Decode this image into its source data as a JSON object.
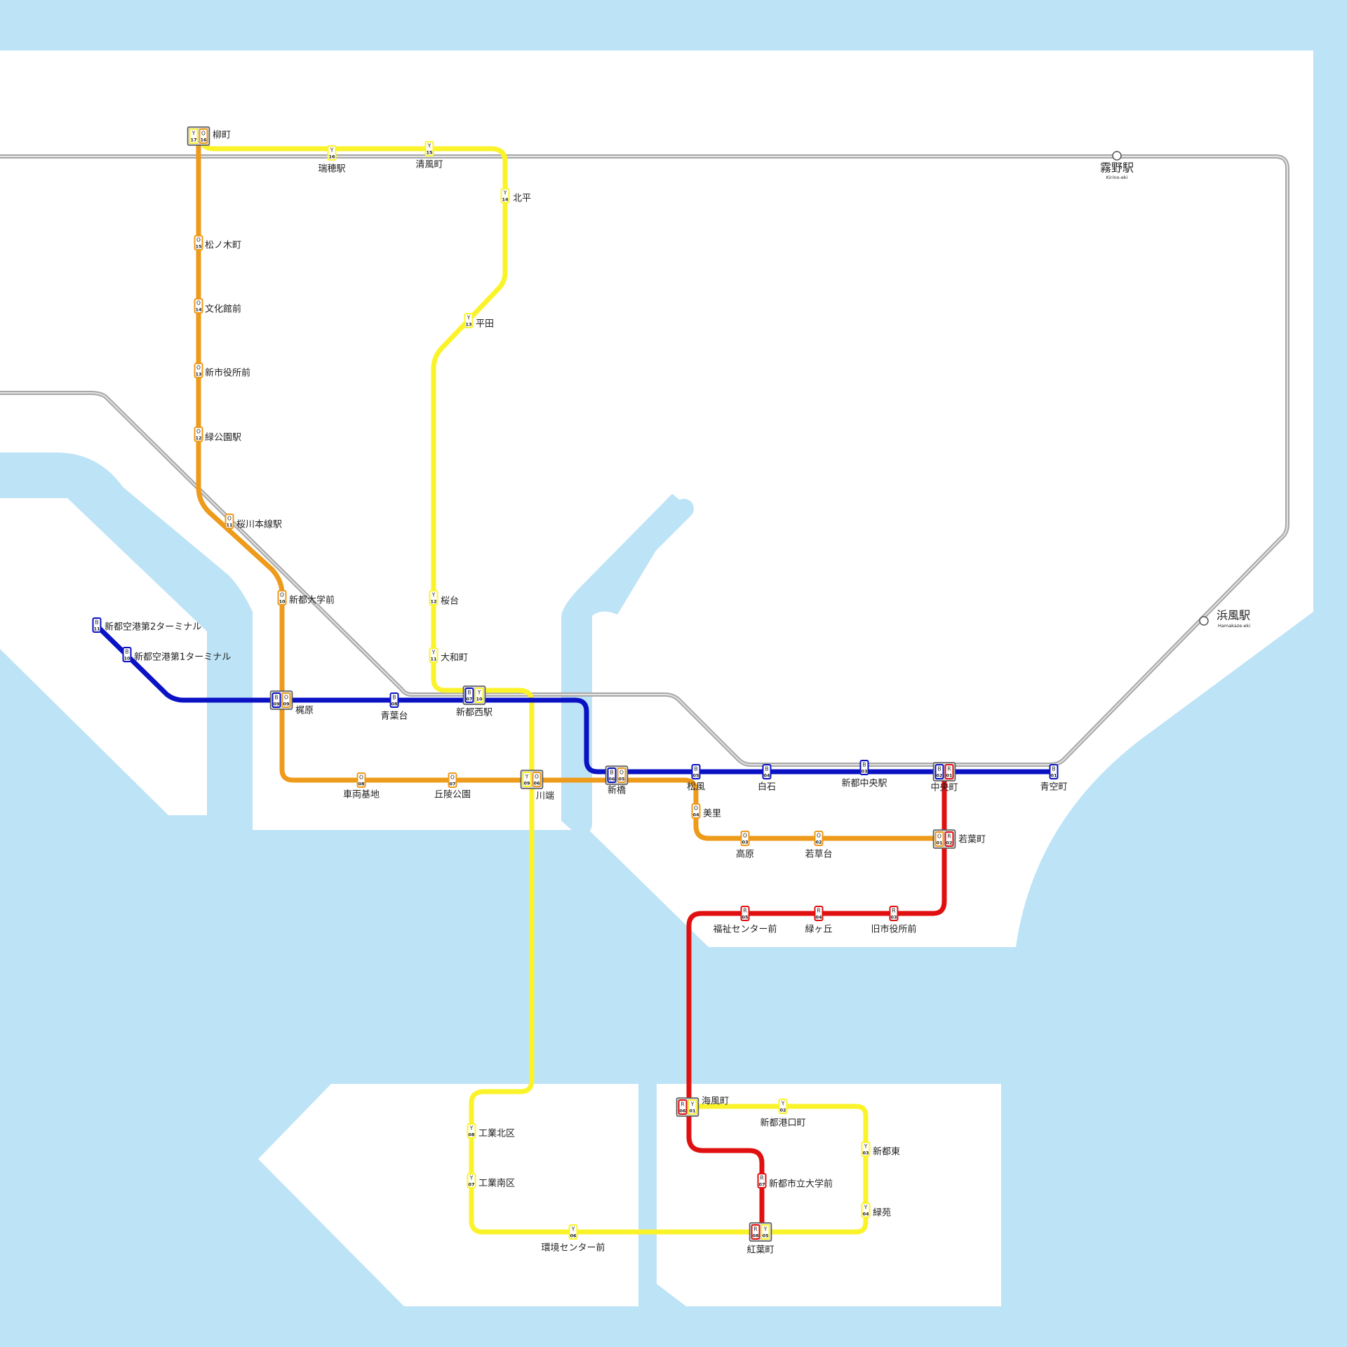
{
  "colors": {
    "water": "#bde3f7",
    "land": "#ffffff",
    "rail": "#b5b5b5",
    "O": "#ee9a1a",
    "Y": "#fbf32a",
    "B": "#0a12c4",
    "R": "#e01010"
  },
  "lines": {
    "O": {
      "code": "O"
    },
    "Y": {
      "code": "Y"
    },
    "B": {
      "code": "B"
    },
    "R": {
      "code": "R"
    }
  },
  "stations": [
    {
      "id": "yanagicho",
      "name": "柳町",
      "codes": [
        {
          "line": "Y",
          "num": "17"
        },
        {
          "line": "O",
          "num": "16"
        }
      ]
    },
    {
      "id": "mizuho",
      "name": "瑞穂駅",
      "codes": [
        {
          "line": "Y",
          "num": "16"
        }
      ]
    },
    {
      "id": "seifucho",
      "name": "清風町",
      "codes": [
        {
          "line": "Y",
          "num": "15"
        }
      ]
    },
    {
      "id": "kitahira",
      "name": "北平",
      "codes": [
        {
          "line": "Y",
          "num": "14"
        }
      ]
    },
    {
      "id": "hirata",
      "name": "平田",
      "codes": [
        {
          "line": "Y",
          "num": "13"
        }
      ]
    },
    {
      "id": "sakuradai",
      "name": "桜台",
      "codes": [
        {
          "line": "Y",
          "num": "12"
        }
      ]
    },
    {
      "id": "yamatocho",
      "name": "大和町",
      "codes": [
        {
          "line": "Y",
          "num": "11"
        }
      ]
    },
    {
      "id": "matsunoki",
      "name": "松ノ木町",
      "codes": [
        {
          "line": "O",
          "num": "15"
        }
      ]
    },
    {
      "id": "bunka",
      "name": "文化館前",
      "codes": [
        {
          "line": "O",
          "num": "14"
        }
      ]
    },
    {
      "id": "shiyakusho",
      "name": "新市役所前",
      "codes": [
        {
          "line": "O",
          "num": "13"
        }
      ]
    },
    {
      "id": "midorikoen",
      "name": "緑公園駅",
      "codes": [
        {
          "line": "O",
          "num": "12"
        }
      ]
    },
    {
      "id": "sakuragawa",
      "name": "桜川本線駅",
      "codes": [
        {
          "line": "O",
          "num": "11"
        }
      ]
    },
    {
      "id": "daigakumae",
      "name": "新都大学前",
      "codes": [
        {
          "line": "O",
          "num": "10"
        }
      ]
    },
    {
      "id": "terminal2",
      "name": "新都空港第2ターミナル",
      "codes": [
        {
          "line": "B",
          "num": "11"
        }
      ]
    },
    {
      "id": "terminal1",
      "name": "新都空港第1ターミナル",
      "codes": [
        {
          "line": "B",
          "num": "10"
        }
      ]
    },
    {
      "id": "kajiwara",
      "name": "梶原",
      "codes": [
        {
          "line": "B",
          "num": "09"
        },
        {
          "line": "O",
          "num": "09"
        }
      ]
    },
    {
      "id": "aobadai",
      "name": "青葉台",
      "codes": [
        {
          "line": "B",
          "num": "08"
        }
      ]
    },
    {
      "id": "shintonishi",
      "name": "新都西駅",
      "codes": [
        {
          "line": "B",
          "num": "07"
        },
        {
          "line": "Y",
          "num": "10"
        }
      ]
    },
    {
      "id": "shabako",
      "name": "車両基地",
      "codes": [
        {
          "line": "O",
          "num": "08"
        }
      ]
    },
    {
      "id": "kyuryo",
      "name": "丘陵公園",
      "codes": [
        {
          "line": "O",
          "num": "07"
        }
      ]
    },
    {
      "id": "kawabata",
      "name": "川端",
      "codes": [
        {
          "line": "Y",
          "num": "09"
        },
        {
          "line": "O",
          "num": "06"
        }
      ]
    },
    {
      "id": "shinbashi",
      "name": "新橋",
      "codes": [
        {
          "line": "B",
          "num": "06"
        },
        {
          "line": "O",
          "num": "05"
        }
      ]
    },
    {
      "id": "matsukaze",
      "name": "松風",
      "codes": [
        {
          "line": "B",
          "num": "05"
        }
      ]
    },
    {
      "id": "shiraishi",
      "name": "白石",
      "codes": [
        {
          "line": "B",
          "num": "04"
        }
      ]
    },
    {
      "id": "shintochuo",
      "name": "新都中央駅",
      "codes": [
        {
          "line": "B",
          "num": "03"
        }
      ]
    },
    {
      "id": "chuocho",
      "name": "中央町",
      "codes": [
        {
          "line": "B",
          "num": "02"
        },
        {
          "line": "R",
          "num": "01"
        }
      ]
    },
    {
      "id": "aozora",
      "name": "青空町",
      "codes": [
        {
          "line": "B",
          "num": "01"
        }
      ]
    },
    {
      "id": "misato",
      "name": "美里",
      "codes": [
        {
          "line": "O",
          "num": "04"
        }
      ]
    },
    {
      "id": "takahara",
      "name": "高原",
      "codes": [
        {
          "line": "O",
          "num": "03"
        }
      ]
    },
    {
      "id": "wakakusa",
      "name": "若草台",
      "codes": [
        {
          "line": "O",
          "num": "02"
        }
      ]
    },
    {
      "id": "wakaba",
      "name": "若葉町",
      "codes": [
        {
          "line": "O",
          "num": "01"
        },
        {
          "line": "R",
          "num": "02"
        }
      ]
    },
    {
      "id": "fukushi",
      "name": "福祉センター前",
      "codes": [
        {
          "line": "R",
          "num": "05"
        }
      ]
    },
    {
      "id": "midorigaoka",
      "name": "緑ヶ丘",
      "codes": [
        {
          "line": "R",
          "num": "04"
        }
      ]
    },
    {
      "id": "kyushiyakusho",
      "name": "旧市役所前",
      "codes": [
        {
          "line": "R",
          "num": "03"
        }
      ]
    },
    {
      "id": "kaifucho",
      "name": "海風町",
      "codes": [
        {
          "line": "R",
          "num": "06"
        },
        {
          "line": "Y",
          "num": "01"
        }
      ]
    },
    {
      "id": "kowan",
      "name": "新都港口町",
      "codes": [
        {
          "line": "Y",
          "num": "02"
        }
      ]
    },
    {
      "id": "shintohigashi",
      "name": "新都東",
      "codes": [
        {
          "line": "Y",
          "num": "03"
        }
      ]
    },
    {
      "id": "ryokuen",
      "name": "緑苑",
      "codes": [
        {
          "line": "Y",
          "num": "04"
        }
      ]
    },
    {
      "id": "shidai",
      "name": "新都市立大学前",
      "codes": [
        {
          "line": "R",
          "num": "07"
        }
      ]
    },
    {
      "id": "koyo",
      "name": "紅葉町",
      "codes": [
        {
          "line": "R",
          "num": "08"
        },
        {
          "line": "Y",
          "num": "05"
        }
      ]
    },
    {
      "id": "kankyo",
      "name": "環境センター前",
      "codes": [
        {
          "line": "Y",
          "num": "06"
        }
      ]
    },
    {
      "id": "kogyominami",
      "name": "工業南区",
      "codes": [
        {
          "line": "Y",
          "num": "07"
        }
      ]
    },
    {
      "id": "kogyokita",
      "name": "工業北区",
      "codes": [
        {
          "line": "Y",
          "num": "08"
        }
      ]
    }
  ],
  "rail_stations": [
    {
      "id": "kirino",
      "name": "霧野駅",
      "romaji": "Kirino-eki"
    },
    {
      "id": "hamakaze",
      "name": "浜風駅",
      "romaji": "Hamakaze-eki"
    }
  ]
}
